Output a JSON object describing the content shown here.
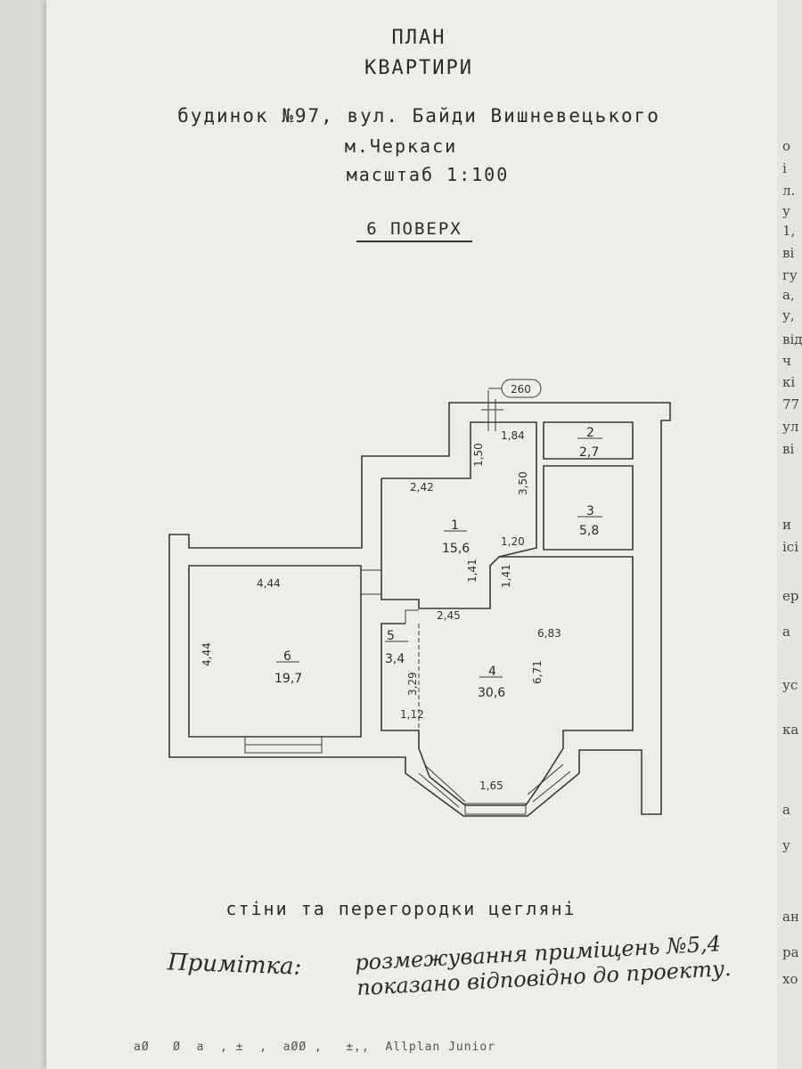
{
  "header": {
    "title_line1": "ПЛАН",
    "title_line2": "КВАРТИРИ",
    "address": "будинок №97, вул. Байди Вишневецького",
    "city": "м.Черкаси",
    "scale": "масштаб 1:100",
    "floor": "6 ПОВЕРХ"
  },
  "plan": {
    "axis_label": "260",
    "rooms": [
      {
        "number": "1",
        "area": "15,6"
      },
      {
        "number": "2",
        "area": "2,7"
      },
      {
        "number": "3",
        "area": "5,8"
      },
      {
        "number": "4",
        "area": "30,6"
      },
      {
        "number": "5",
        "area": "3,4"
      },
      {
        "number": "6",
        "area": "19,7"
      }
    ],
    "dimensions": {
      "d_184": "1,84",
      "d_150": "1,50",
      "d_350": "3,50",
      "d_242": "2,42",
      "d_120": "1,20",
      "d_141a": "1,41",
      "d_141b": "1,41",
      "d_444a": "4,44",
      "d_444b": "4,44",
      "d_245": "2,45",
      "d_683": "6,83",
      "d_671": "6,71",
      "d_329": "3,29",
      "d_112": "1,12",
      "d_165": "1,65"
    }
  },
  "notes": {
    "walls": "стіни та перегородки цегляні",
    "label": "Примітка:",
    "line1": "розмежування приміщень №5,4",
    "line2": "показано відповідно до проекту."
  },
  "footer": "aØ   Ø  a  , ±  ,  aØØ ,   ±,,  Allplan Junior"
}
